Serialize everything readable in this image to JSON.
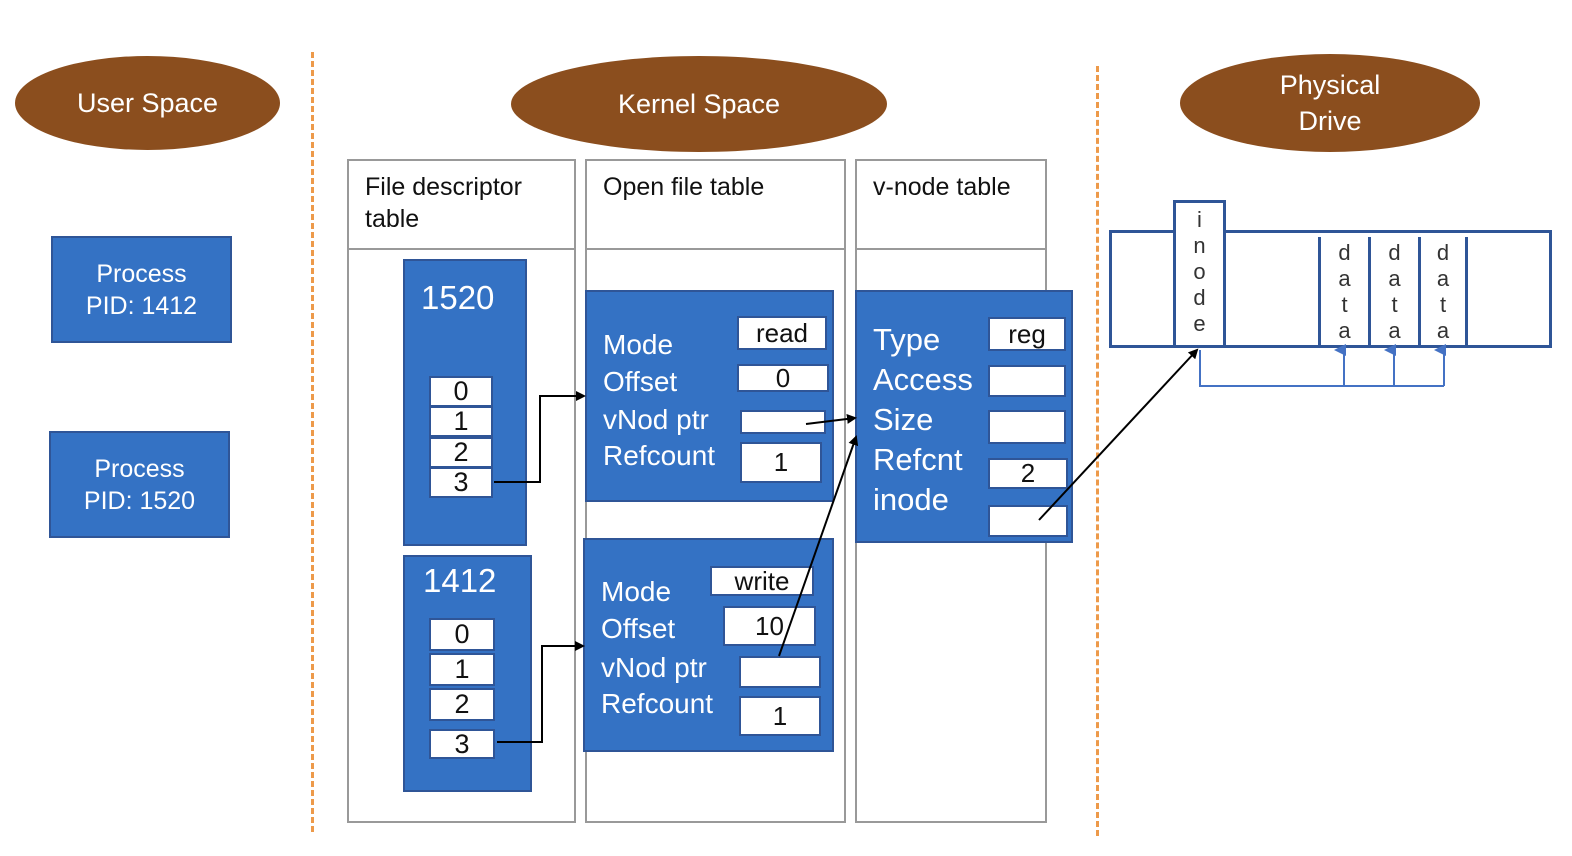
{
  "headers": {
    "user_space": "User Space",
    "kernel_space": "Kernel Space",
    "physical_drive": "Physical\nDrive"
  },
  "processes": [
    {
      "label": "Process\nPID: 1412"
    },
    {
      "label": "Process\nPID: 1520"
    }
  ],
  "tables": {
    "fd_table": "File descriptor\ntable",
    "open_file_table": "Open file table",
    "vnode_table": "v-node table"
  },
  "fd_blocks": [
    {
      "pid": "1520",
      "slots": [
        "0",
        "1",
        "2",
        "3"
      ]
    },
    {
      "pid": "1412",
      "slots": [
        "0",
        "1",
        "2",
        "3"
      ]
    }
  ],
  "open_file_entries": [
    {
      "labels": [
        "Mode",
        "Offset",
        "vNod ptr",
        "Refcount"
      ],
      "mode": "read",
      "offset": "0",
      "vnode_ptr": "",
      "refcount": "1"
    },
    {
      "labels": [
        "Mode",
        "Offset",
        "vNod ptr",
        "Refcount"
      ],
      "mode": "write",
      "offset": "10",
      "vnode_ptr": "",
      "refcount": "1"
    }
  ],
  "vnode_entry": {
    "labels": [
      "Type",
      "Access",
      "Size",
      "Refcnt",
      "inode"
    ],
    "type": "reg",
    "access": "",
    "size": "",
    "refcnt": "2",
    "inode": ""
  },
  "drive_cells": [
    {
      "kind": "inode",
      "letters": [
        "i",
        "n",
        "o",
        "d",
        "e"
      ]
    },
    {
      "kind": "data",
      "letters": [
        "d",
        "a",
        "t",
        "a"
      ]
    },
    {
      "kind": "data",
      "letters": [
        "d",
        "a",
        "t",
        "a"
      ]
    },
    {
      "kind": "data",
      "letters": [
        "d",
        "a",
        "t",
        "a"
      ]
    }
  ],
  "colors": {
    "header_ellipse": "#8B4E1E",
    "block_blue": "#3472C4",
    "block_border": "#2F5597",
    "divider": "#ED9A4A"
  }
}
